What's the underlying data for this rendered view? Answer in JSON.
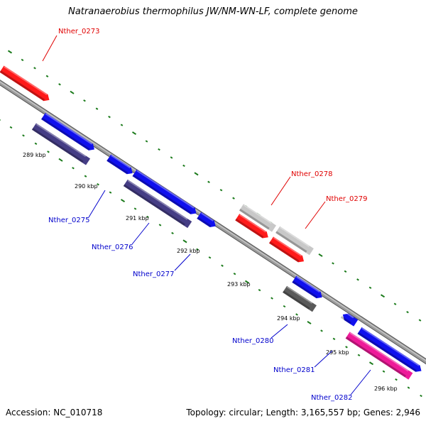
{
  "title": "Natranaerobius thermophilus JW/NM-WN-LF, complete genome",
  "footer": {
    "accession": "Accession: NC_010718",
    "summary": "Topology: circular; Length: 3,165,557 bp; Genes: 2,946"
  },
  "colors": {
    "backbone": "#8a8a8a",
    "dots": "#1a7a1a",
    "red": "#ff1a1a",
    "blue": "#1010ee",
    "slate": "#453d85",
    "gray_light": "#c8c8c8",
    "gray_dark": "#5a5a5a",
    "magenta": "#ee1a99",
    "label_red": "#e00000",
    "label_blue": "#0000cc"
  },
  "kbp_ticks": [
    "289 kbp",
    "290 kbp",
    "291 kbp",
    "292 kbp",
    "293 kbp",
    "294 kbp",
    "295 kbp",
    "296 kbp"
  ],
  "gene_labels": [
    {
      "text": "Nther_0273",
      "color": "red"
    },
    {
      "text": "Nther_0275",
      "color": "blue"
    },
    {
      "text": "Nther_0276",
      "color": "blue"
    },
    {
      "text": "Nther_0277",
      "color": "blue"
    },
    {
      "text": "Nther_0278",
      "color": "red"
    },
    {
      "text": "Nther_0279",
      "color": "red"
    },
    {
      "text": "Nther_0280",
      "color": "blue"
    },
    {
      "text": "Nther_0281",
      "color": "blue"
    },
    {
      "text": "Nther_0282",
      "color": "blue"
    }
  ]
}
